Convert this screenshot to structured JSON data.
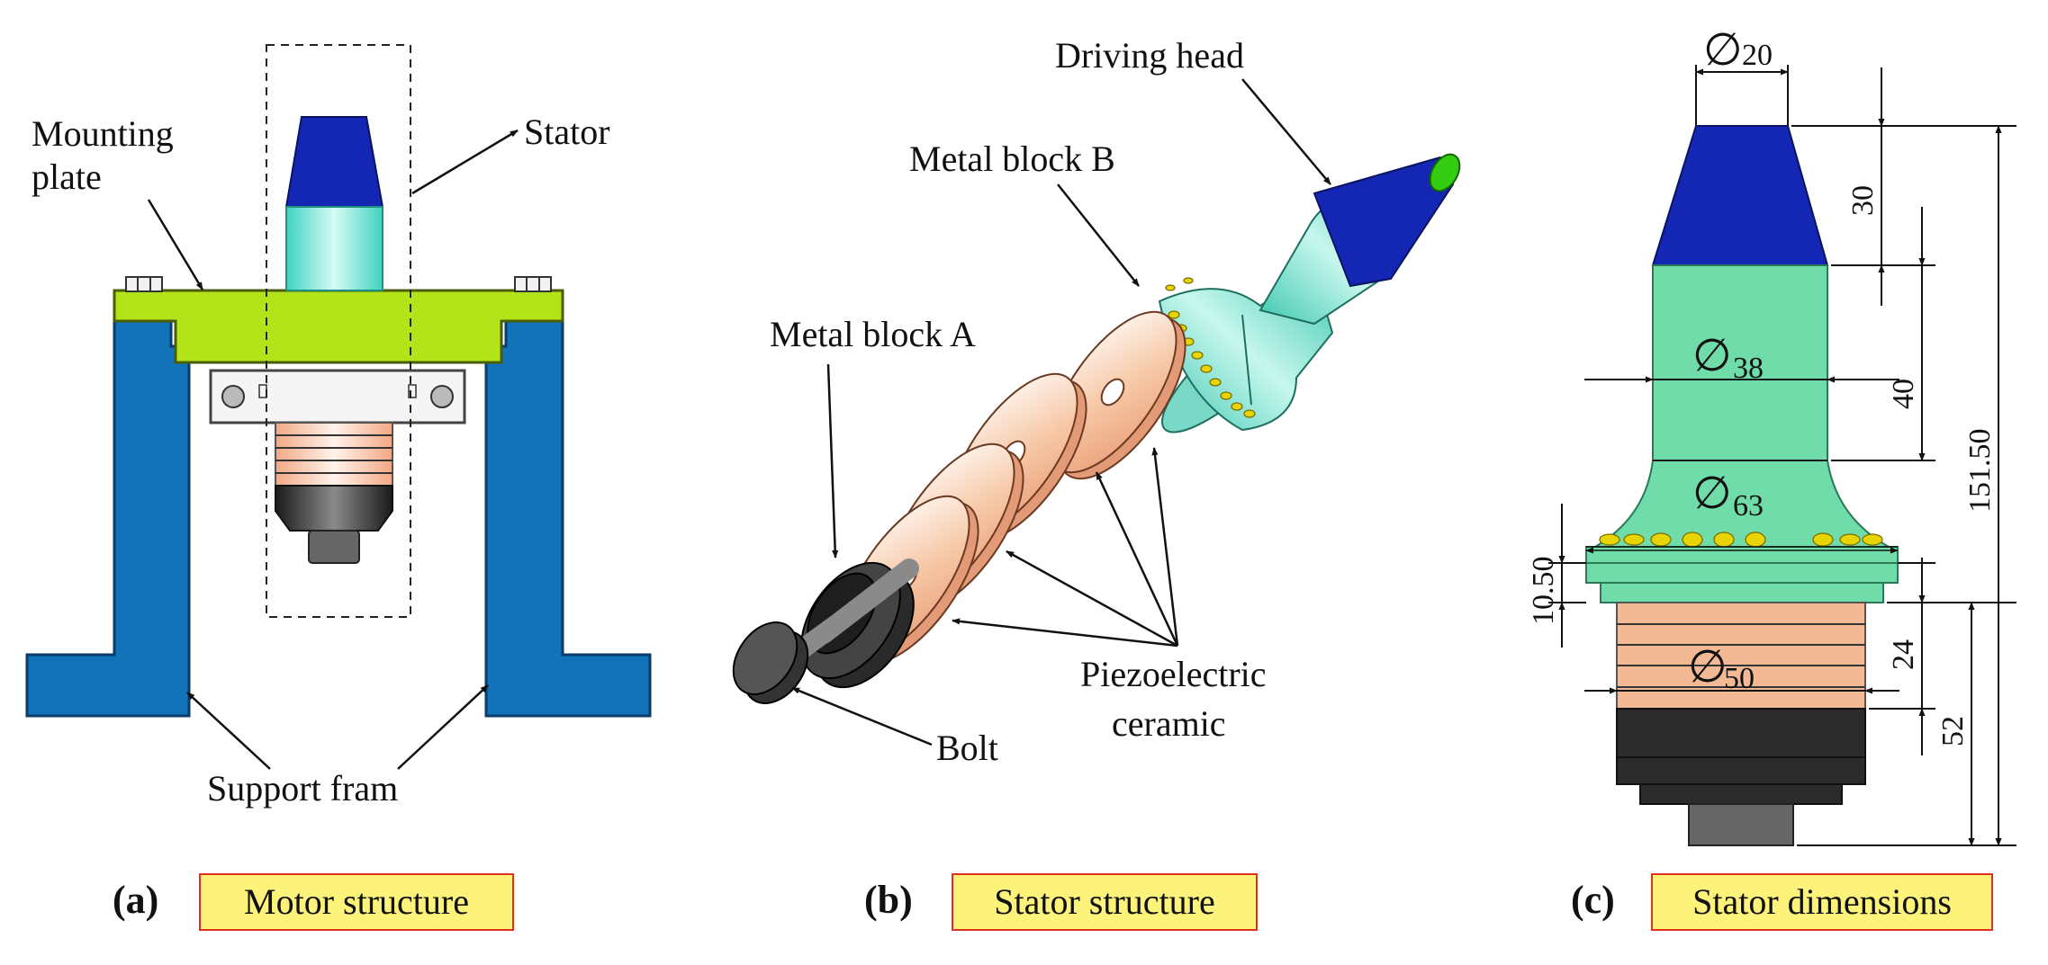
{
  "panels": [
    {
      "id": "(a)",
      "caption": "Motor structure",
      "labels": {
        "mounting_plate_line1": "Mounting",
        "mounting_plate_line2": "plate",
        "stator": "Stator",
        "support_frame": "Support fram"
      }
    },
    {
      "id": "(b)",
      "caption": "Stator structure",
      "labels": {
        "driving_head": "Driving  head",
        "metal_block_b": "Metal block B",
        "metal_block_a": "Metal block A",
        "bolt": "Bolt",
        "piezo_line1": "Piezoelectric",
        "piezo_line2": "ceramic"
      }
    },
    {
      "id": "(c)",
      "caption": "Stator dimensions",
      "dimensions": {
        "phi_symbol": "∅",
        "d_top": "20",
        "d_mid": "38",
        "d_flange": "63",
        "d_ceramic": "50",
        "h_head": "30",
        "h_mid": "40",
        "h_total": "151.50",
        "h_flange": "10.50",
        "h_ceramic": "24",
        "h_lower": "52"
      }
    }
  ],
  "colors": {
    "frame_blue": "#1273b8",
    "plate_green": "#b2e419",
    "head_blue": "#1326b4",
    "body_cyan": "#6ee6d8",
    "body_green": "#6fdca9",
    "ceramic": "#f3b894",
    "dark": "#2a2a2a",
    "tip_green": "#33cc11",
    "dot_yellow": "#e8d400",
    "caption_bg": "#fdf37a",
    "caption_border": "#e0311e"
  }
}
